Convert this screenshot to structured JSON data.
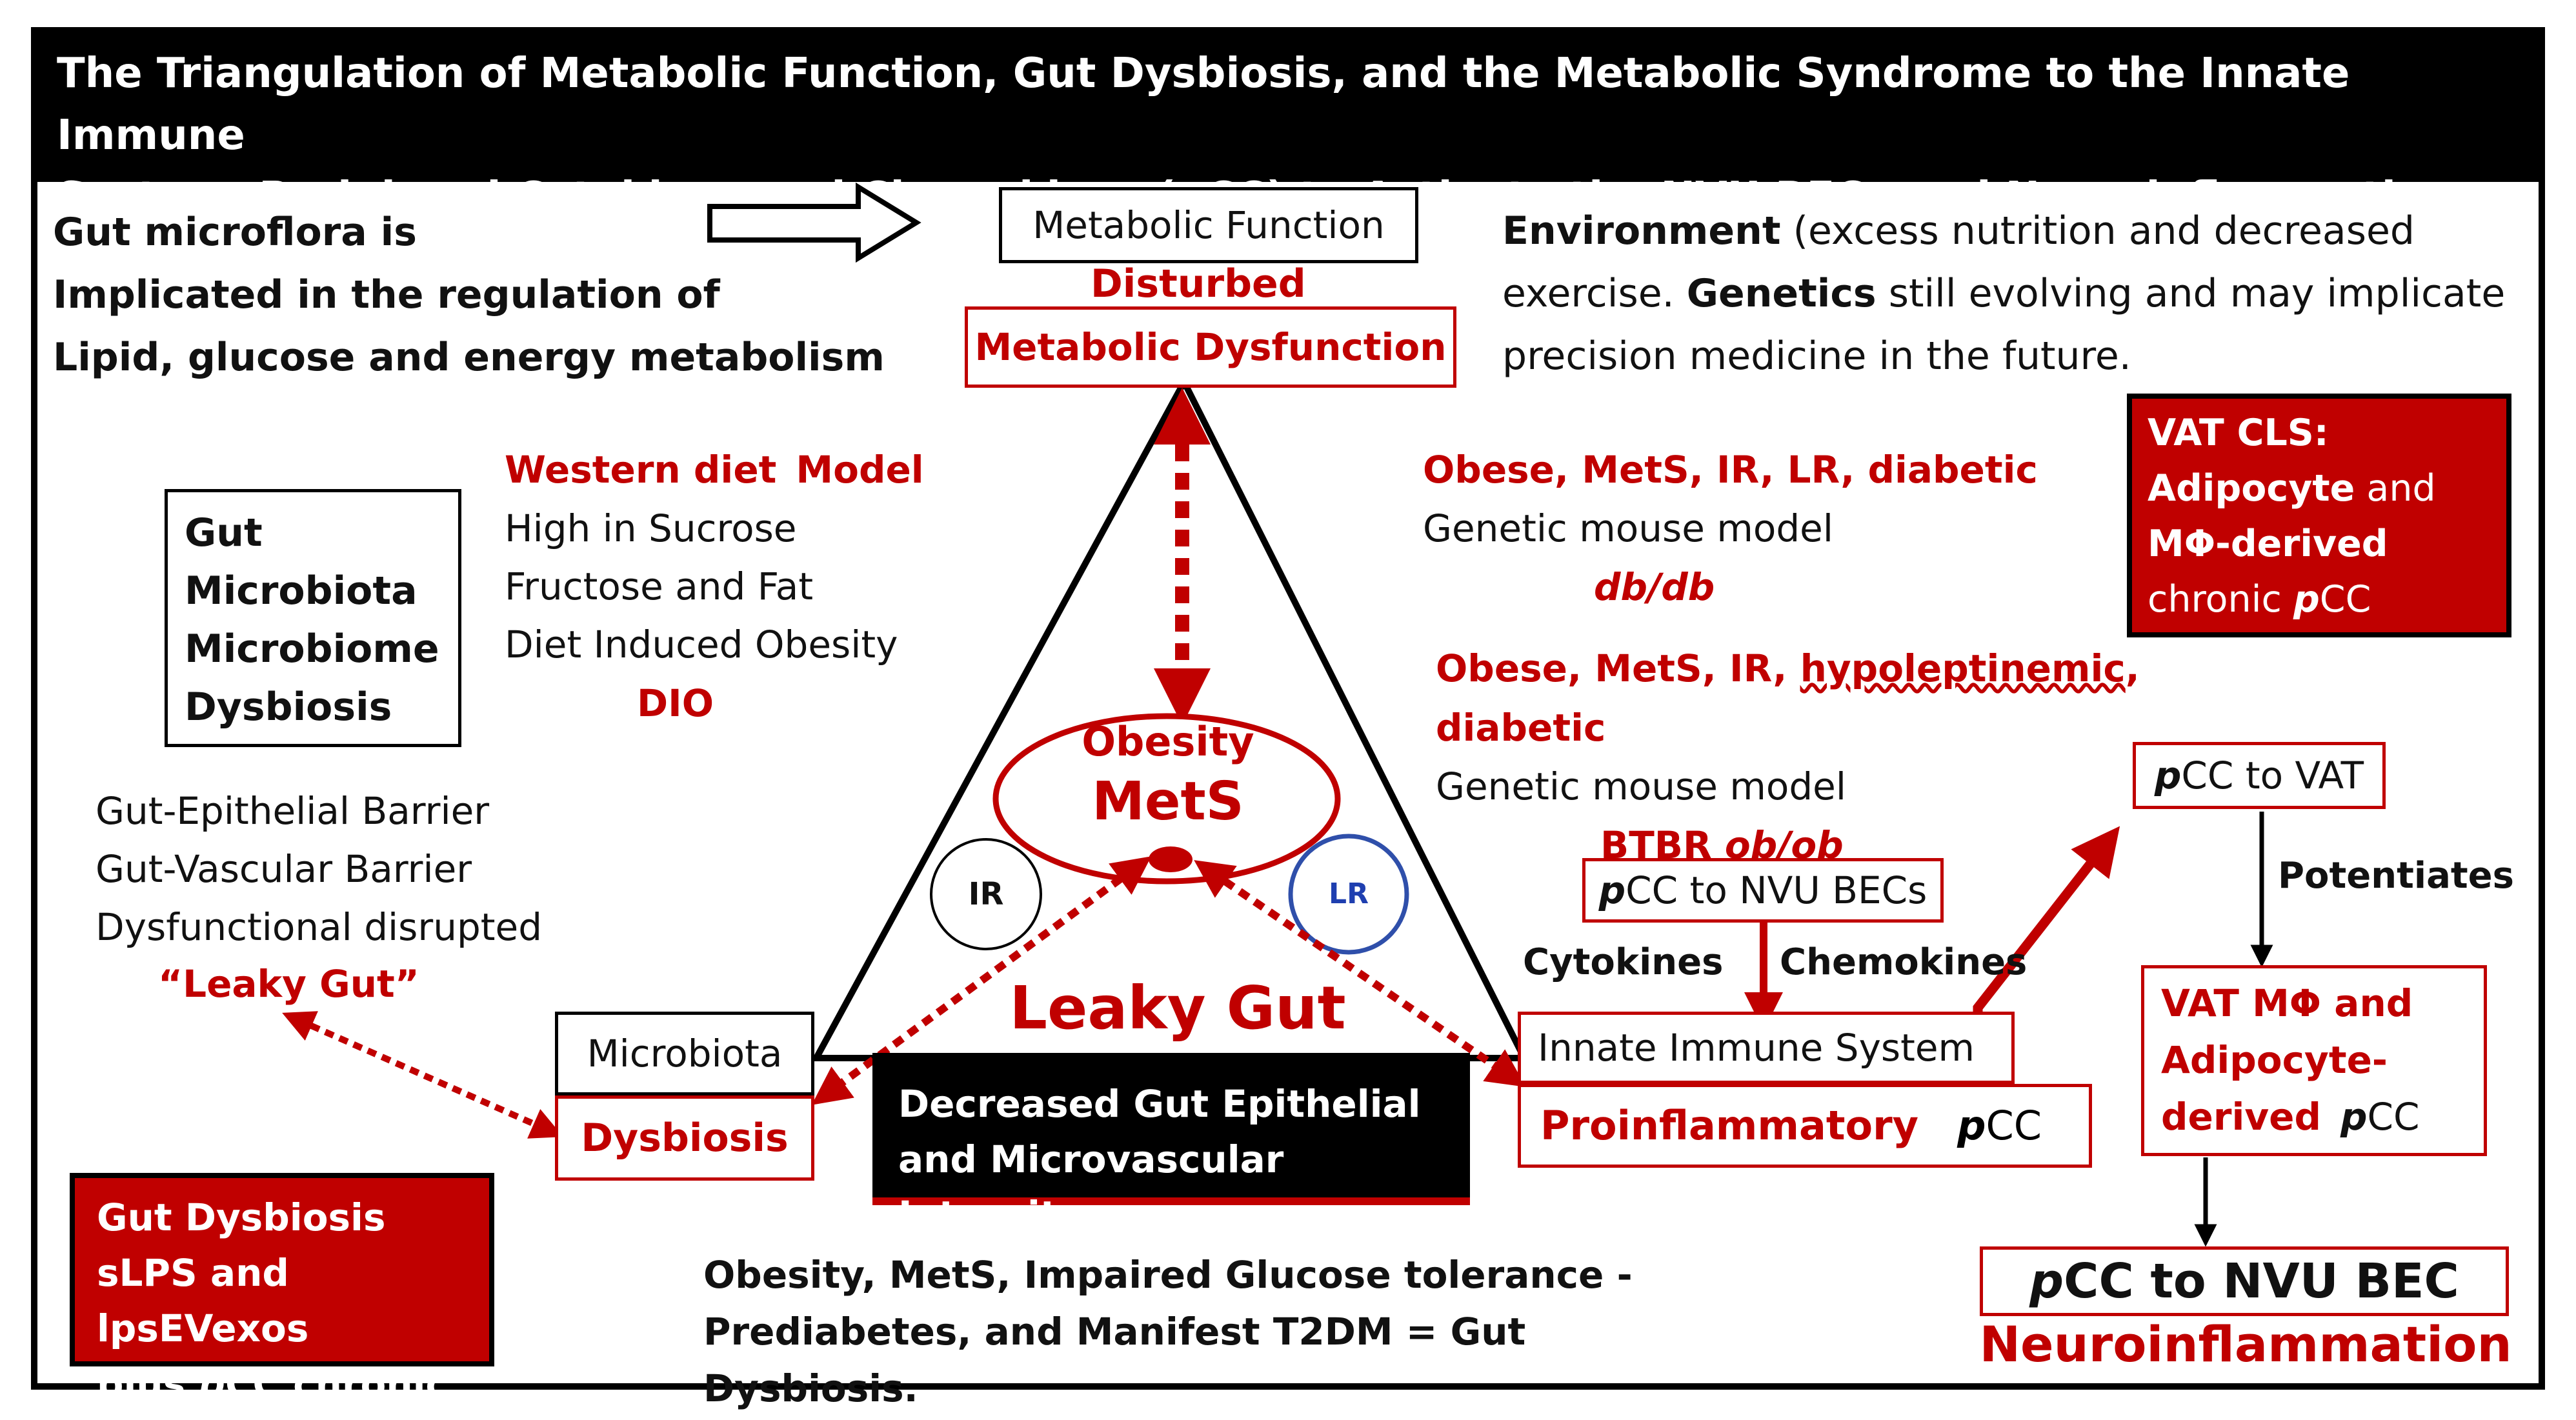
{
  "title": {
    "line1": "The Triangulation of Metabolic Function, Gut Dysbiosis, and the Metabolic Syndrome to the Innate Immune",
    "line2_before": "System, Peripheral Cytokines and Chemokines (",
    "line2_italic": "p",
    "line2_after": "CC) to Activate the NVU BECs and Neuroinflammation"
  },
  "gut_microflora_text": "Gut microflora is\nImplicated in the regulation of\nLipid, glucose and energy metabolism",
  "metabolic_function": "Metabolic Function",
  "disturbed": "Disturbed",
  "metabolic_dysfunction": "Metabolic Dysfunction",
  "environment": {
    "bold1": "Environment",
    "text1": " (excess nutrition and decreased exercise.  ",
    "bold2": "Genetics",
    "text2": " still evolving and may implicate precision medicine in the future."
  },
  "vat_cls": {
    "line1": "VAT CLS:",
    "line2_bold": "Adipocyte",
    "line2_rest": " and",
    "line3": "MΦ-derived",
    "line4_before": "chronic ",
    "line4_italic": "p",
    "line4_after": "CC"
  },
  "gut_box": "Gut\nMicrobiota\nMicrobiome\nDysbiosis",
  "western_diet": {
    "title": "Western diet",
    "model": "Model",
    "body": "High in Sucrose\nFructose and Fat\nDiet Induced Obesity",
    "dio": "DIO"
  },
  "dbdb": {
    "title": "Obese, MetS, IR, LR, diabetic",
    "body": "Genetic mouse model",
    "strain": "db/db"
  },
  "obob": {
    "title_before": "Obese, MetS, IR, ",
    "title_underlined": "hypoleptinemic",
    "title_after": ", diabetic",
    "body": "Genetic mouse model",
    "strain_plain": "BTBR ",
    "strain_italic": "ob/ob"
  },
  "obesity_mets": {
    "line1": "Obesity",
    "line2": "MetS"
  },
  "ir": "IR",
  "lr": "LR",
  "barrier_text": "Gut-Epithelial Barrier\nGut-Vascular   Barrier\nDysfunctional disrupted",
  "leaky_gut_quote": "“Leaky Gut”",
  "leaky_gut": "Leaky Gut",
  "microbiota": "Microbiota",
  "dysbiosis": "Dysbiosis",
  "decreased_integrity": "Decreased Gut Epithelial\nand Microvascular Integrity",
  "pcc_nvu_becs": {
    "italic": "p",
    "rest": "CC to NVU BECs"
  },
  "cytokines": "Cytokines",
  "chemokines": "Chemokines",
  "innate_immune": "Innate Immune System",
  "proinflammatory": {
    "label": "Proinflammatory",
    "italic": "p",
    "rest": "CC"
  },
  "pcc_vat": {
    "italic": "p",
    "rest": "CC to VAT"
  },
  "potentiates": "Potentiates",
  "vat_mphi": {
    "text": "VAT MΦ and\nAdipocyte-\nderived",
    "italic": "p",
    "rest": "CC"
  },
  "pcc_nvu_bec": {
    "italic": "p",
    "rest": "CC to NVU BEC"
  },
  "neuroinflammation": "Neuroinflammation",
  "gut_dysbiosis_box": {
    "line1": "Gut Dysbiosis",
    "line2": "sLPS and lpsEVexos",
    "line3_before": "plus ",
    "line3_italic": "p",
    "line3_after": "CC chronic"
  },
  "obesity_footer": "Obesity, MetS, Impaired Glucose tolerance -\nPrediabetes, and Manifest T2DM = Gut Dysbiosis.",
  "colors": {
    "accent_red": "#c00000",
    "black": "#000000",
    "ir_circle": "#000000",
    "lr_circle": "#2f4faa",
    "lr_text": "#1f3fb0"
  }
}
